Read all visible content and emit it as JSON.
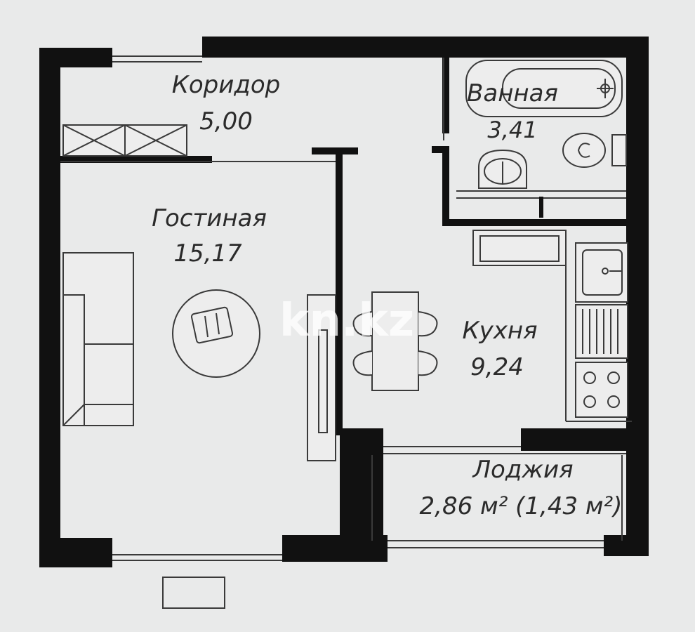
{
  "rooms": {
    "corridor": {
      "name": "Коридор",
      "area": "5,00"
    },
    "bathroom": {
      "name": "Ванная",
      "area": "3,41"
    },
    "living": {
      "name": "Гостиная",
      "area": "15,17"
    },
    "kitchen": {
      "name": "Кухня",
      "area": "9,24"
    },
    "loggia": {
      "name": "Лоджия",
      "area": "2,86 м² (1,43 м²)"
    }
  },
  "watermark": "kn.kz",
  "colors": {
    "wall": "#111111",
    "line": "#3a3a3a",
    "background": "#e9eaea"
  }
}
